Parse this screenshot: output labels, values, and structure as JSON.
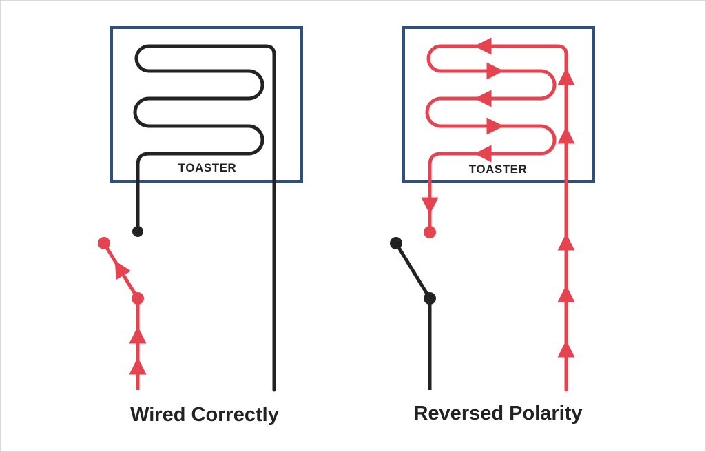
{
  "left_diagram": {
    "box_label": "TOASTER",
    "caption": "Wired Correctly"
  },
  "right_diagram": {
    "box_label": "TOASTER",
    "caption": "Reversed Polarity"
  },
  "colors": {
    "box_border": "#2c4f86",
    "wire_dark": "#222222",
    "wire_live": "#e5434f",
    "background": "#ffffff"
  }
}
